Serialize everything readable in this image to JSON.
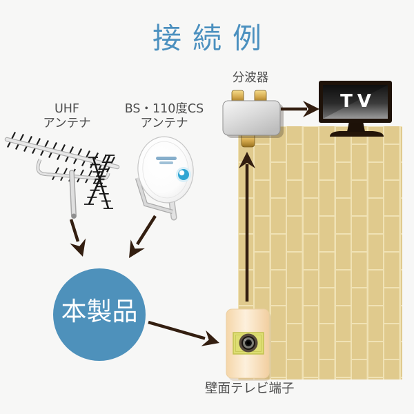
{
  "title": "接続例",
  "colors": {
    "title_blue": "#4B90BF",
    "product_circle_blue": "#4E91BB",
    "arrow_brown": "#331E10",
    "wall_brick": "#E0CA8D",
    "wall_gap": "#F0E2B5",
    "background": "#F7F7F6",
    "label_gray": "#4D4D4D",
    "terminal_plate": "#FBE9CF",
    "terminal_square_yellow": "#DEDE73"
  },
  "nodes": {
    "uhf_antenna": {
      "label_line1": "UHF",
      "label_line2": "アンテナ"
    },
    "bs_antenna": {
      "label_line1": "BS・110度CS",
      "label_line2": "アンテナ"
    },
    "splitter": {
      "label": "分波器"
    },
    "tv": {
      "label": "TV"
    },
    "product": {
      "label": "本製品"
    },
    "wall_terminal": {
      "label": "壁面テレビ端子"
    }
  }
}
